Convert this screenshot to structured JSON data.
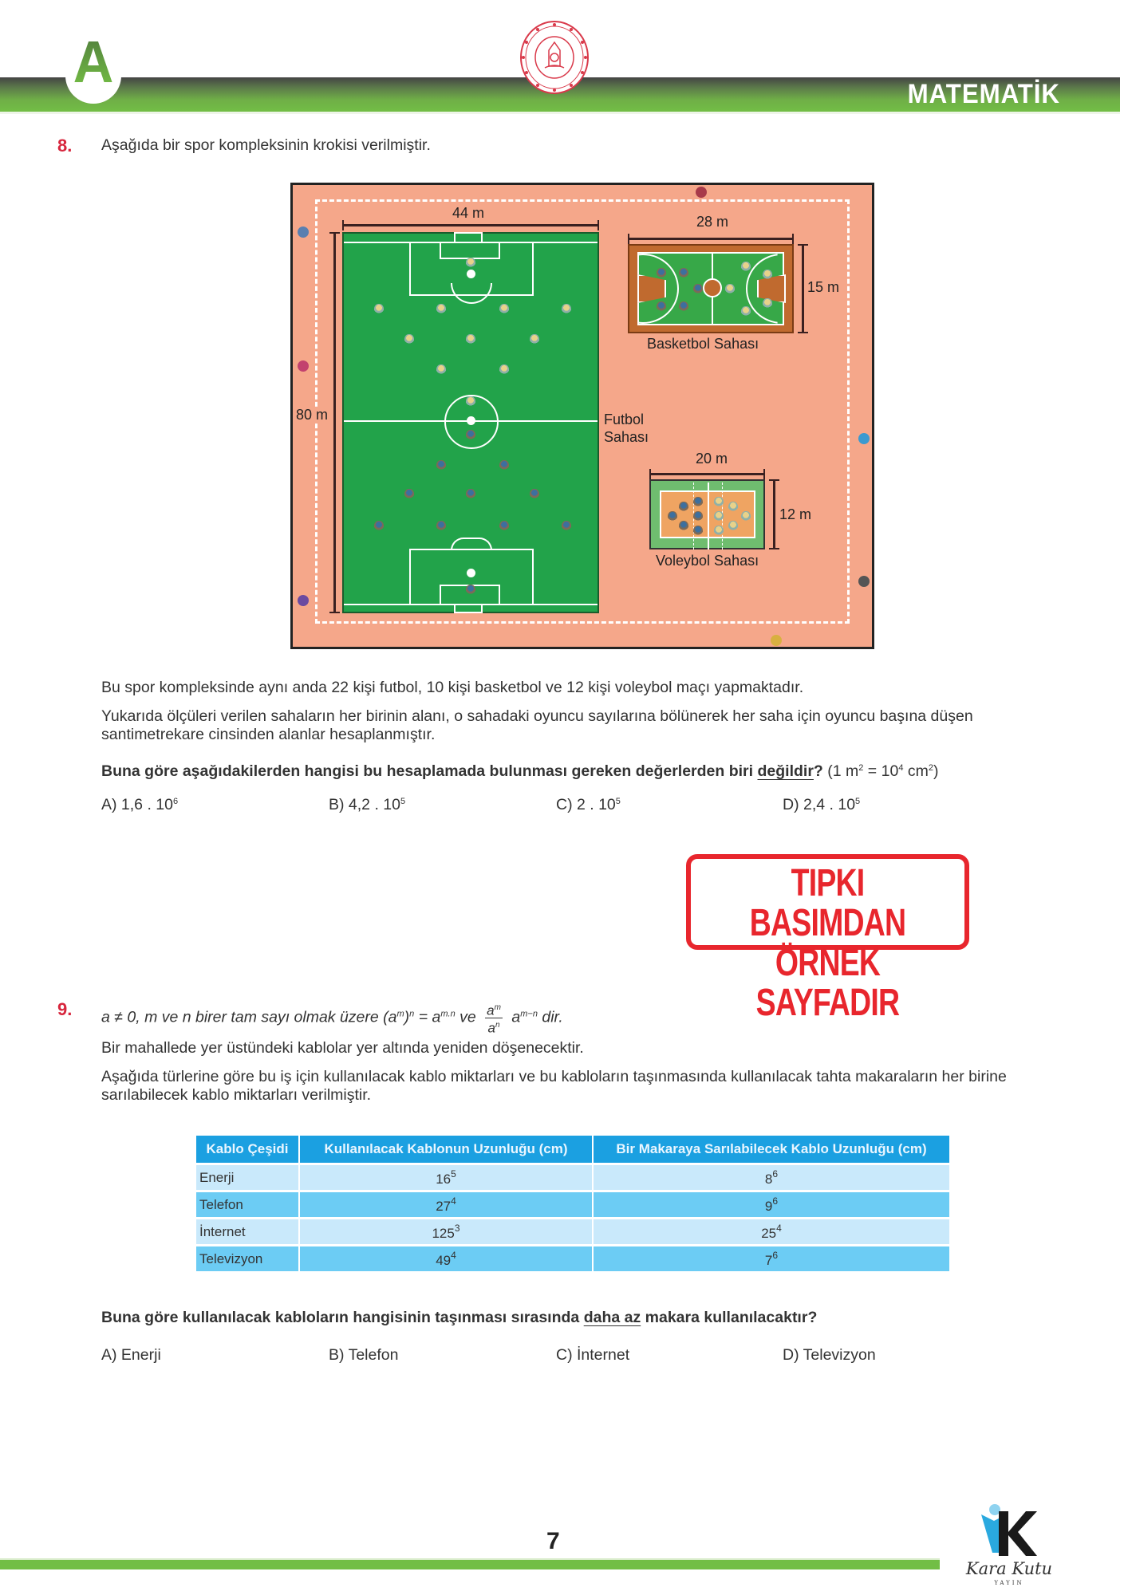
{
  "header": {
    "booklet_letter": "A",
    "subject": "MATEMATİK",
    "seal": "ministry-of-education-seal"
  },
  "question8": {
    "number": "8.",
    "intro": "Aşağıda bir spor kompleksinin krokisi verilmiştir.",
    "diagram": {
      "football": {
        "width_label": "44 m",
        "height_label": "80 m",
        "name_line1": "Futbol",
        "name_line2": "Sahası"
      },
      "basketball": {
        "width_label": "28 m",
        "height_label": "15 m",
        "name": "Basketbol Sahası"
      },
      "volleyball": {
        "width_label": "20 m",
        "height_label": "12 m",
        "name": "Voleybol Sahası"
      }
    },
    "para1": "Bu spor kompleksinde aynı anda 22 kişi futbol, 10 kişi basketbol ve 12 kişi voleybol maçı yapmaktadır.",
    "para2": "Yukarıda ölçüleri verilen sahaların her birinin alanı, o sahadaki oyuncu sayılarına bölünerek her saha için oyuncu başına düşen santimetrekare cinsinden alanlar hesaplanmıştır.",
    "prompt_bold_pre": "Buna göre aşağıdakilerden hangisi bu hesaplamada bulunması gereken değerlerden biri ",
    "prompt_bold_underlined": "değildir",
    "prompt_bold_post": "?",
    "prompt_note_pre": " (1 m",
    "prompt_note_sup1": "2",
    "prompt_note_mid": " = 10",
    "prompt_note_sup2": "4",
    "prompt_note_mid2": " cm",
    "prompt_note_sup3": "2",
    "prompt_note_post": ")",
    "answers": [
      {
        "label": "A) 1,6 . 10",
        "exp": "6"
      },
      {
        "label": "B) 4,2 . 10",
        "exp": "5"
      },
      {
        "label": "C) 2 . 10",
        "exp": "5"
      },
      {
        "label": "D) 2,4 . 10",
        "exp": "5"
      }
    ]
  },
  "stamp": {
    "line1": "TIPKI BASIMDAN",
    "line2": "ÖRNEK SAYFADIR",
    "color": "#e8262d"
  },
  "question9": {
    "number": "9.",
    "rule_pre": "a ≠ 0, m ve n birer tam sayı olmak üzere (a",
    "rule_sup_m": "m",
    "rule_mid1": ")",
    "rule_sup_n": "n",
    "rule_mid2": " = a",
    "rule_sup_mn": "m.n",
    "rule_mid3": " ve ",
    "frac_num": "a",
    "frac_num_sup": "m",
    "frac_den": "a",
    "frac_den_sup": "n",
    "rule_mid4": " a",
    "rule_sup_mminusn": "m−n",
    "rule_post": " dir.",
    "para1": "Bir mahallede yer üstündeki kablolar yer altında yeniden döşenecektir.",
    "para2": "Aşağıda türlerine göre bu iş için kullanılacak kablo miktarları ve bu kabloların taşınmasında kullanılacak tahta makaraların her birine sarılabilecek kablo miktarları verilmiştir.",
    "table": {
      "headers": [
        "Kablo Çeşidi",
        "Kullanılacak Kablonun Uzunluğu (cm)",
        "Bir Makaraya Sarılabilecek Kablo Uzunluğu (cm)"
      ],
      "rows": [
        {
          "type": "Enerji",
          "length_base": "16",
          "length_exp": "5",
          "reel_base": "8",
          "reel_exp": "6"
        },
        {
          "type": "Telefon",
          "length_base": "27",
          "length_exp": "4",
          "reel_base": "9",
          "reel_exp": "6"
        },
        {
          "type": "İnternet",
          "length_base": "125",
          "length_exp": "3",
          "reel_base": "25",
          "reel_exp": "4"
        },
        {
          "type": "Televizyon",
          "length_base": "49",
          "length_exp": "4",
          "reel_base": "7",
          "reel_exp": "6"
        }
      ],
      "header_color": "#1ba0e1",
      "row_light_color": "#c9e9fb",
      "row_dark_color": "#6cccf4"
    },
    "prompt_pre": "Buna göre kullanılacak kabloların hangisinin taşınması sırasında ",
    "prompt_underlined": "daha az",
    "prompt_post": " makara kullanılacaktır?",
    "answers": [
      "A) Enerji",
      "B) Telefon",
      "C) İnternet",
      "D) Televizyon"
    ]
  },
  "footer": {
    "page_number": "7",
    "publisher_name": "Kara Kutu",
    "publisher_sub": "YAYIN"
  },
  "colors": {
    "brand_green": "#72be45",
    "question_number_red": "#d7263d"
  }
}
